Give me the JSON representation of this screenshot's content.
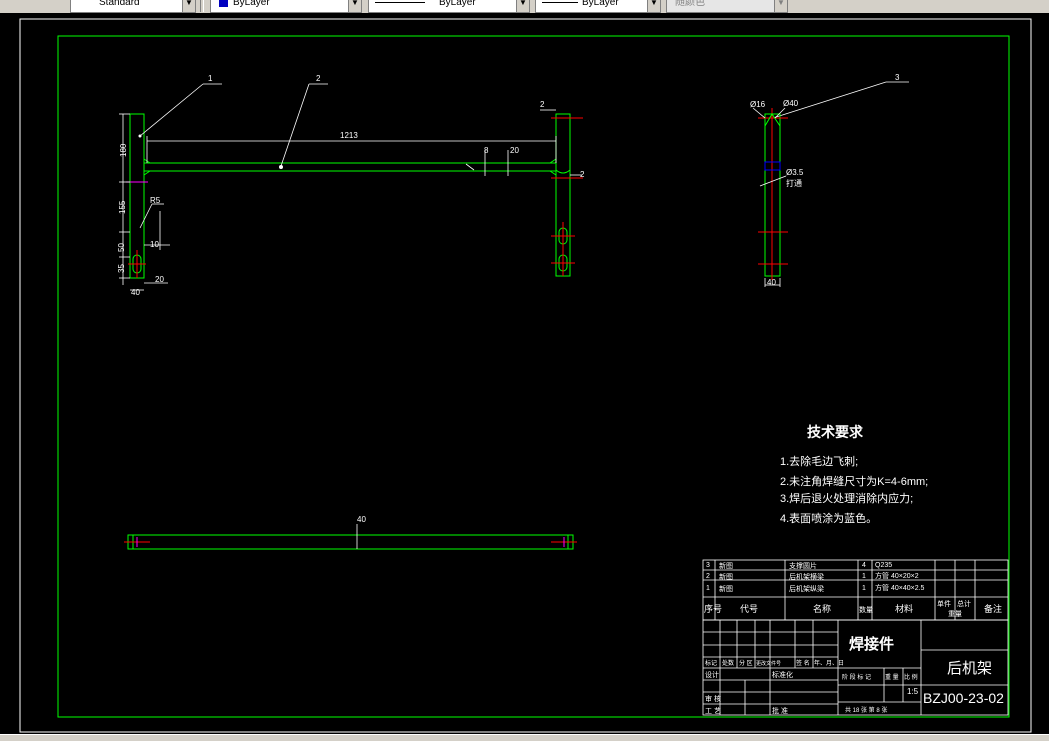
{
  "toolbar": {
    "style_combo": "Standard",
    "color_combo": "ByLayer",
    "linetype_combo": "ByLayer",
    "lineweight_combo": "ByLayer",
    "plotstyle_combo": "随颜色"
  },
  "drawing": {
    "balloons": {
      "b1": "1",
      "b2": "2",
      "b3": "3"
    },
    "dims": {
      "top_2": "2",
      "length_1213": "1213",
      "d_8": "8",
      "d_20": "20",
      "d_2r": "2",
      "left_180": "180",
      "left_155": "155",
      "left_50": "50",
      "left_35": "35",
      "r5": "R5",
      "d10": "10",
      "d20b": "20",
      "d40": "40",
      "side_d16": "Ø16",
      "side_d40": "Ø40",
      "side_d35": "Ø3.5",
      "side_note": "打通",
      "side_40": "40",
      "bottom_40": "40"
    },
    "notes": {
      "title": "技术要求",
      "items": [
        "1.去除毛边飞刺;",
        "2.未注角焊缝尺寸为K=4-6mm;",
        "3.焊后退火处理消除内应力;",
        "4.表面喷涂为蓝色。"
      ]
    },
    "bom": {
      "rows": [
        {
          "no": "3",
          "code": "新图",
          "name": "支撑圆片",
          "qty": "4",
          "material": "Q235"
        },
        {
          "no": "2",
          "code": "新图",
          "name": "后机架横梁",
          "qty": "1",
          "material": "方管 40×20×2"
        },
        {
          "no": "1",
          "code": "新图",
          "name": "后机架纵梁",
          "qty": "1",
          "material": "方管 40×40×2.5"
        }
      ],
      "header": {
        "no": "序号",
        "code": "代号",
        "name": "名称",
        "qty": "数量",
        "material": "材料",
        "unit_weight": "单件",
        "total_weight": "总计",
        "weight": "重量",
        "remark": "备注"
      }
    },
    "title_block": {
      "material_name": "焊接件",
      "part_name": "后机架",
      "drawing_no": "BZJ00-23-02",
      "scale": "1:5",
      "labels": {
        "mark": "标记",
        "count": "处数",
        "zone": "分 区",
        "change_doc": "更改文件号",
        "sign": "签 名",
        "date": "年、月、日",
        "design": "设计",
        "standard": "标准化",
        "review": "审 核",
        "process": "工 艺",
        "approve": "批 准",
        "stage": "阶 段 标 记",
        "weight": "重 量",
        "ratio": "比 例",
        "sheets": "共 18 张  第 8 张"
      }
    }
  },
  "colors": {
    "frame": "#00ff00",
    "dim": "#ffffff",
    "center": "#ff0000",
    "hidden": "#0000ff",
    "magenta": "#ff00ff"
  }
}
